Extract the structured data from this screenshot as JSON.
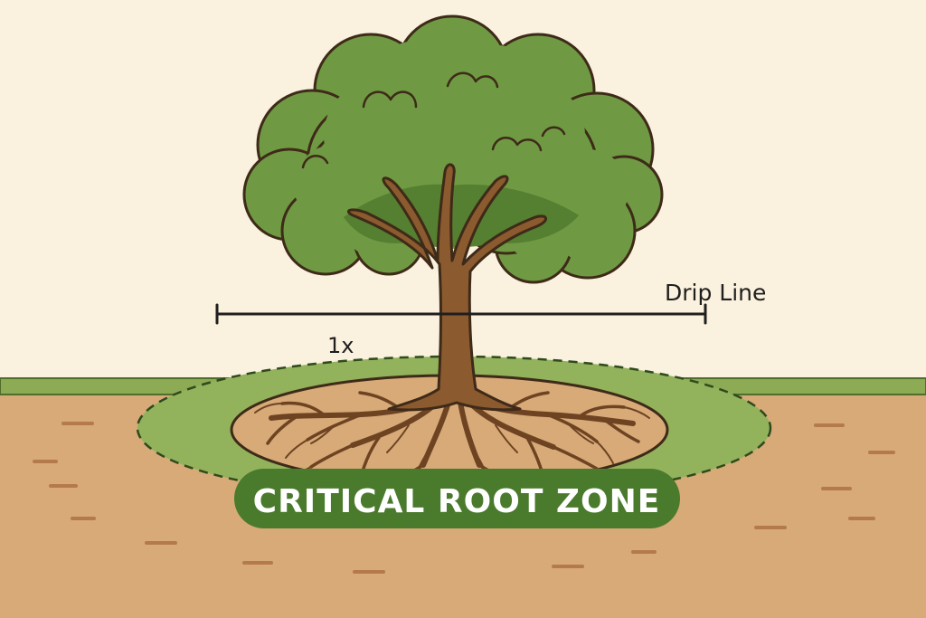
{
  "labels": {
    "drip_line": "Drip Line",
    "multiplier": "1x",
    "zone": "CRITICAL ROOT ZONE"
  },
  "colors": {
    "sky": "#faf1de",
    "soil": "#d7aa78",
    "soil_dash": "#b57a4c",
    "grass": "#8daa55",
    "zone_ring": "#93b25c",
    "zone_banner": "#4a7a2c",
    "canopy": "#6f9a43",
    "canopy_shadow": "#557f31",
    "trunk": "#8b5a2f",
    "outline": "#3e2a18"
  }
}
